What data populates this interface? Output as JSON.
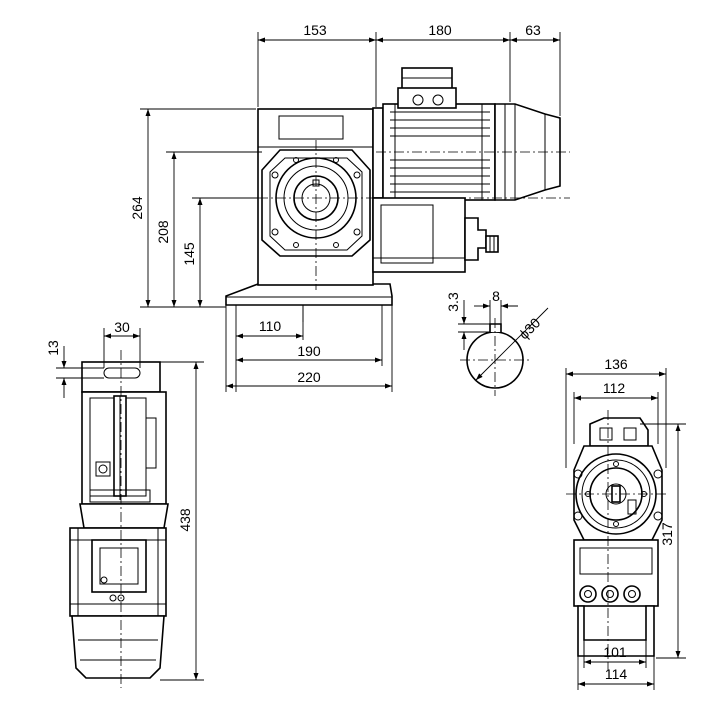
{
  "dimensions": {
    "top_153": "153",
    "top_180": "180",
    "top_63": "63",
    "height_264": "264",
    "height_208": "208",
    "height_145": "145",
    "base_110": "110",
    "base_190": "190",
    "base_220": "220",
    "shaft_3_3": "3.3",
    "shaft_8": "8",
    "shaft_dia_30": "ϕ30",
    "side_30": "30",
    "side_13": "13",
    "length_438": "438",
    "front_136": "136",
    "front_112": "112",
    "front_317": "317",
    "front_101": "101",
    "front_114": "114"
  },
  "views": [
    "front-view",
    "top-view",
    "side-view",
    "shaft-detail"
  ]
}
